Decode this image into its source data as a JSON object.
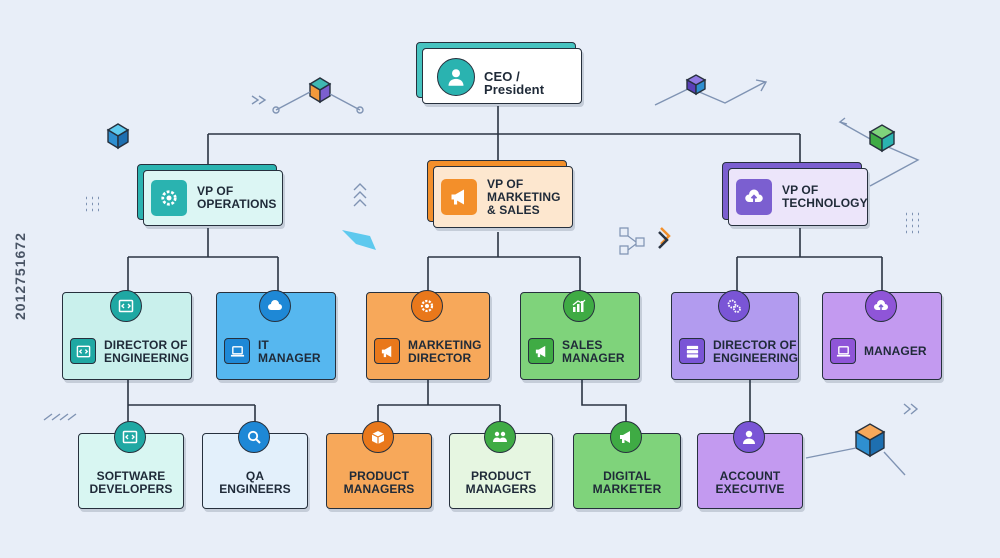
{
  "ceo": {
    "label": "CEO / President",
    "icon": "user-icon"
  },
  "vps": [
    {
      "id": "ops",
      "label_lines": [
        "VP OF",
        "OPERATIONS"
      ],
      "icon": "gear-icon",
      "accent": "#2ab3b0"
    },
    {
      "id": "mkt",
      "label_lines": [
        "VP OF",
        "MARKETING",
        "& SALES"
      ],
      "icon": "megaphone-icon",
      "accent": "#f38f2a"
    },
    {
      "id": "tech",
      "label_lines": [
        "VP OF",
        "TECHNOLOGY"
      ],
      "icon": "cloud-upload-icon",
      "accent": "#7b5fd0"
    }
  ],
  "managers": [
    {
      "label_lines": [
        "DIRECTOR OF",
        "ENGINEERING"
      ],
      "top_icon": "code-window-icon",
      "side_icon": "code-window-icon",
      "fill": "#c9f0ec",
      "accent": "#1fa8a3"
    },
    {
      "label_lines": [
        "IT",
        "MANAGER"
      ],
      "top_icon": "cloud-icon",
      "side_icon": "laptop-icon",
      "fill": "#56b7ef",
      "accent": "#1e88d6"
    },
    {
      "label_lines": [
        "MARKETING",
        "DIRECTOR"
      ],
      "top_icon": "gear-icon",
      "side_icon": "megaphone-icon",
      "fill": "#f7a85a",
      "accent": "#e9781b"
    },
    {
      "label_lines": [
        "SALES",
        "MANAGER"
      ],
      "top_icon": "bar-chart-icon",
      "side_icon": "megaphone-icon",
      "fill": "#7fd37b",
      "accent": "#3fab44"
    },
    {
      "label_lines": [
        "DIRECTOR OF",
        "ENGINEERING"
      ],
      "top_icon": "gears-icon",
      "side_icon": "server-icon",
      "fill": "#b29bef",
      "accent": "#7a55d6"
    },
    {
      "label_lines": [
        "MANAGER"
      ],
      "top_icon": "cloud-upload-icon",
      "side_icon": "laptop-icon",
      "fill": "#c39af0",
      "accent": "#8f55d8"
    }
  ],
  "staff": [
    {
      "label_lines": [
        "SOFTWARE",
        "DEVELOPERS"
      ],
      "icon": "code-window-icon",
      "fill": "#d8f6f2",
      "accent": "#1fa8a3"
    },
    {
      "label_lines": [
        "QA",
        "ENGINEERS"
      ],
      "icon": "magnifier-icon",
      "fill": "#e3f0fb",
      "accent": "#1e88d6"
    },
    {
      "label_lines": [
        "PRODUCT",
        "MANAGERS"
      ],
      "icon": "box-icon",
      "fill": "#f7a85a",
      "accent": "#e9781b"
    },
    {
      "label_lines": [
        "PRODUCT",
        "MANAGERS"
      ],
      "icon": "team-icon",
      "fill": "#e6f6e1",
      "accent": "#3fab44"
    },
    {
      "label_lines": [
        "DIGITAL",
        "MARKETER"
      ],
      "icon": "megaphone-icon",
      "fill": "#7fd37b",
      "accent": "#3fab44"
    },
    {
      "label_lines": [
        "ACCOUNT",
        "EXECUTIVE"
      ],
      "icon": "user-icon",
      "fill": "#c39af0",
      "accent": "#7a55d6"
    }
  ],
  "watermark": "2012751672",
  "colors": {
    "background": "#e8eef8",
    "line": "#2a3442"
  }
}
